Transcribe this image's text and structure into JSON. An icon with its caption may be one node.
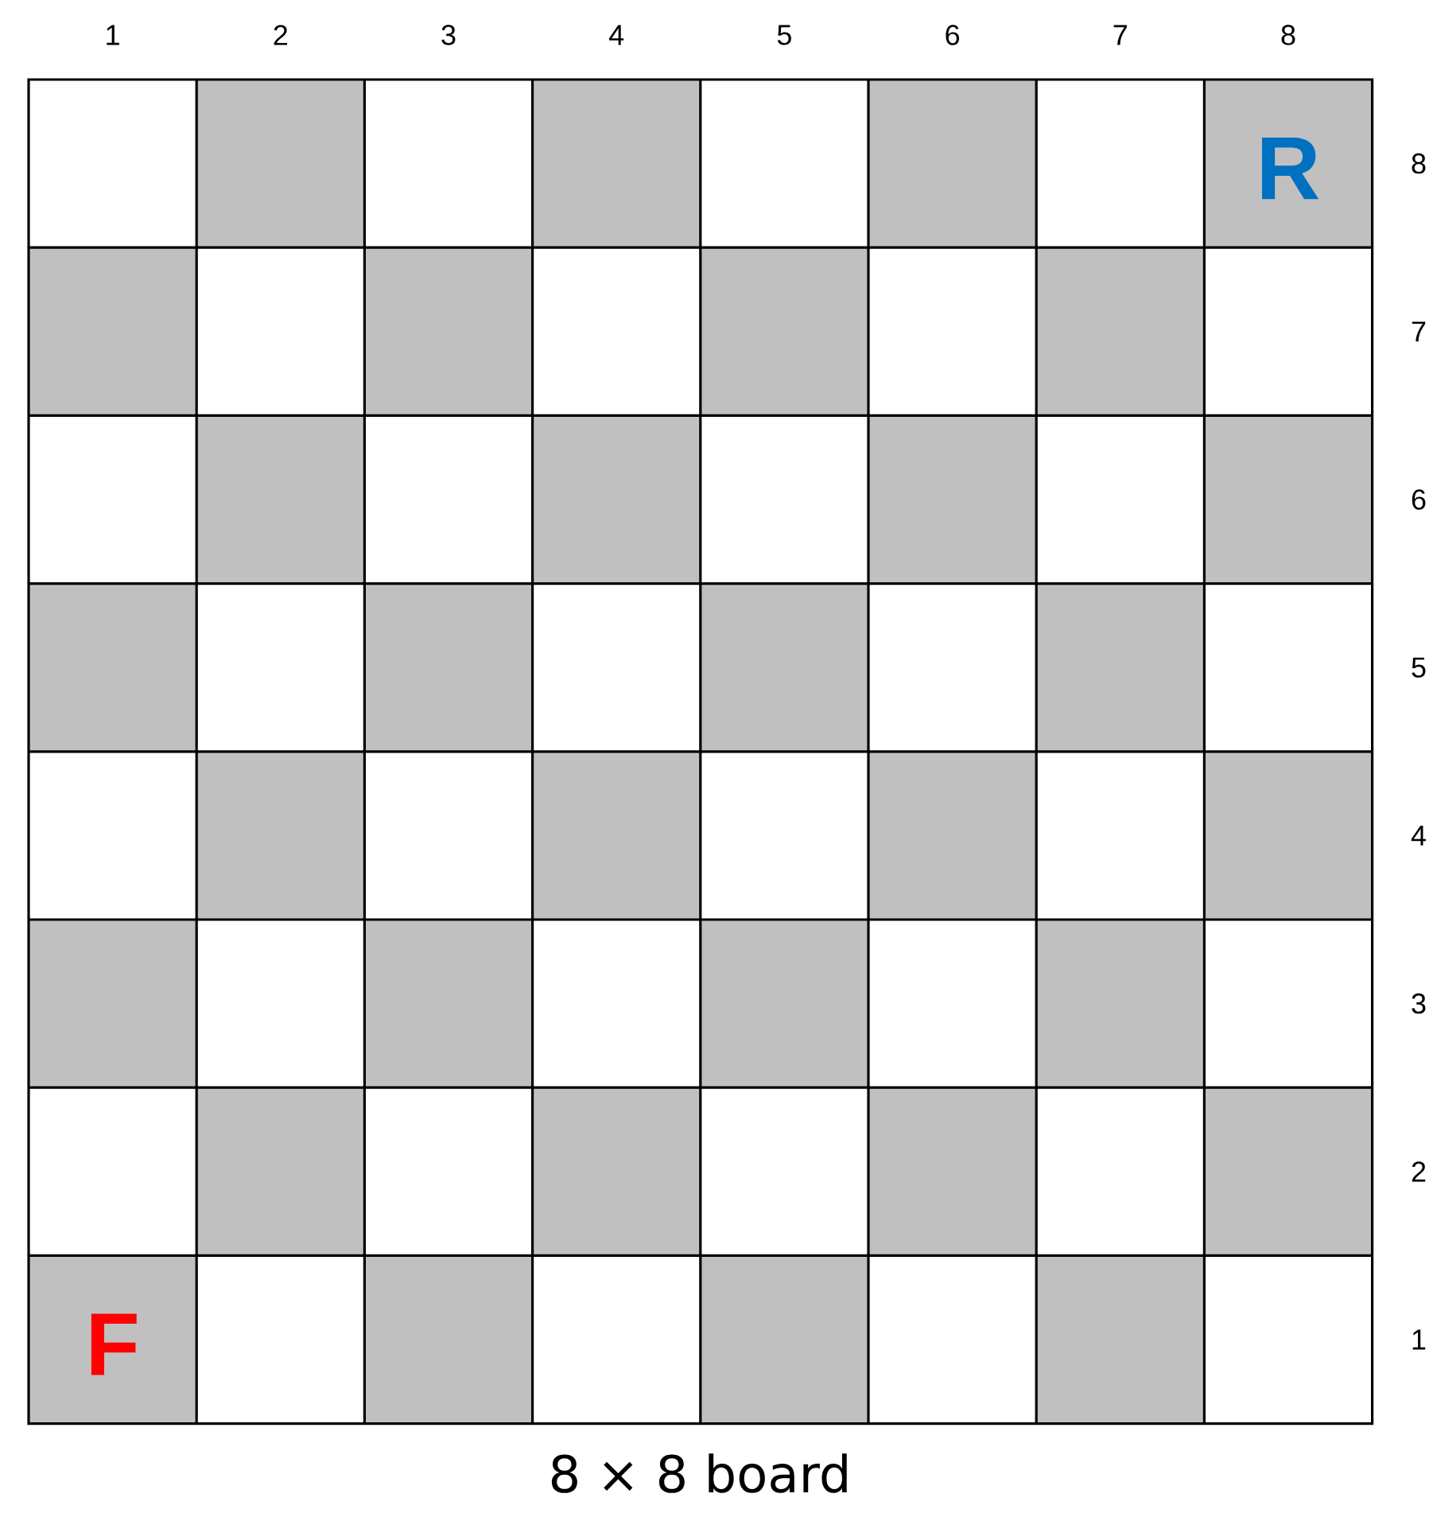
{
  "diagram": {
    "caption": "8 × 8 board",
    "labels": [
      "1",
      "2",
      "3",
      "4",
      "5",
      "6",
      "7",
      "8",
      "R",
      "8",
      "7",
      "6",
      "5",
      "4",
      "3",
      "2",
      "F",
      "1"
    ]
  }
}
